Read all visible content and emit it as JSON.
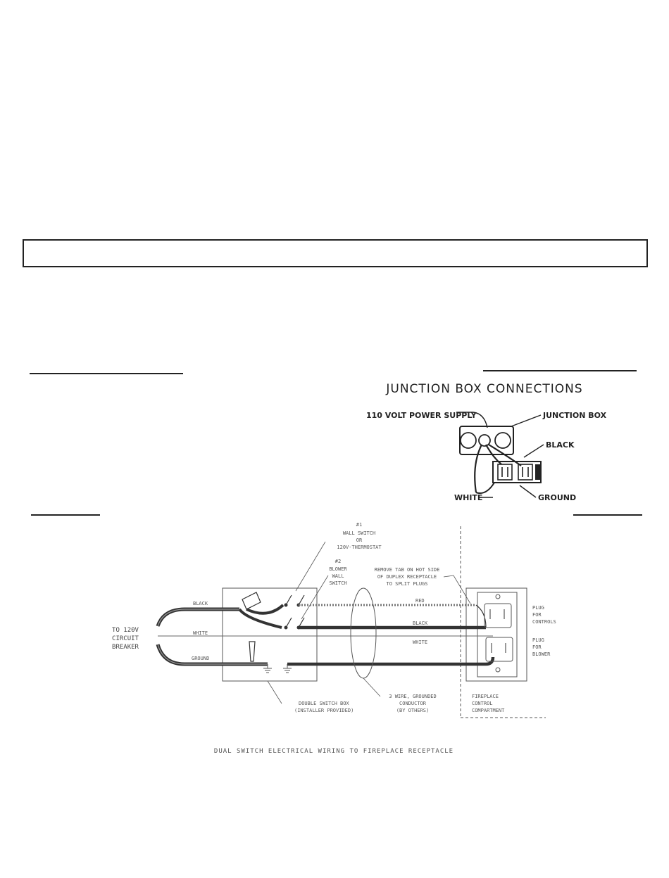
{
  "junction_box": {
    "title": "JUNCTION BOX CONNECTIONS",
    "labels": {
      "power_supply": "110 VOLT POWER SUPPLY",
      "junction_box": "JUNCTION BOX",
      "black": "BLACK",
      "white": "WHITE",
      "ground": "GROUND"
    }
  },
  "wiring": {
    "switch1": [
      "#1",
      "WALL SWITCH",
      "OR",
      "120V-THERMOSTAT"
    ],
    "switch2": [
      "#2",
      "BLOWER",
      "WALL",
      "SWITCH"
    ],
    "remove_tab": [
      "REMOVE TAB ON HOT SIDE",
      "OF DUPLEX RECEPTACLE",
      "TO SPLIT PLUGS"
    ],
    "breaker": [
      "TO 120V",
      "CIRCUIT",
      "BREAKER"
    ],
    "wire_black": "BLACK",
    "wire_white": "WHITE",
    "wire_ground": "GROUND",
    "wire_red": "RED",
    "wire_black2": "BLACK",
    "wire_white2": "WHITE",
    "plug_controls": [
      "PLUG",
      "FOR",
      "CONTROLS"
    ],
    "plug_blower": [
      "PLUG",
      "FOR",
      "BLOWER"
    ],
    "switch_box": [
      "DOUBLE SWITCH BOX",
      "(INSTALLER PROVIDED)"
    ],
    "conductor": [
      "3 WIRE, GROUNDED",
      "CONDUCTOR",
      "(BY OTHERS)"
    ],
    "compartment": [
      "FIREPLACE",
      "CONTROL",
      "COMPARTMENT"
    ],
    "caption": "DUAL SWITCH ELECTRICAL WIRING TO FIREPLACE RECEPTACLE"
  }
}
